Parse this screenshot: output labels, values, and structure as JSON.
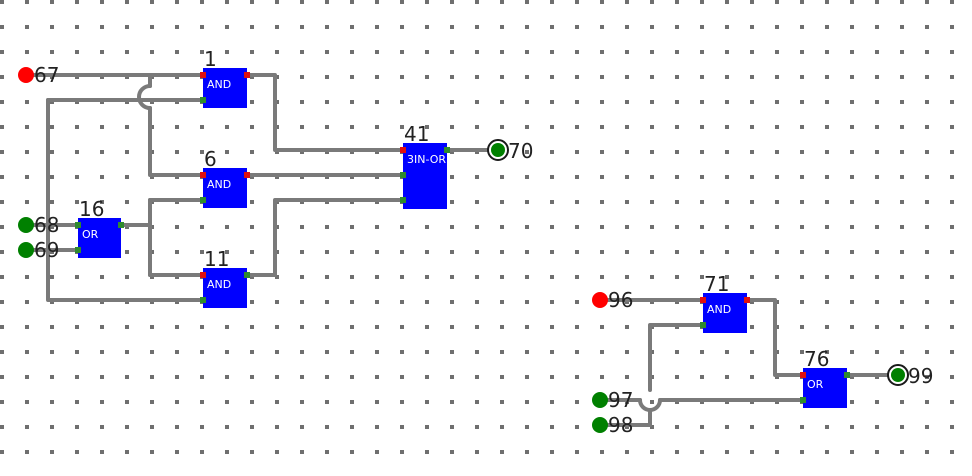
{
  "colors": {
    "background": "#ffffff",
    "grid_dot": "#6f6f6f",
    "wire": "#7a7a7a",
    "gate_fill": "#0000ff",
    "pin_green": "#2f8a2f",
    "pin_red": "#e01010",
    "input_high": "#ff0000",
    "input_low": "#008000",
    "output_ring": "#1a1a1a",
    "label_text": "#222222",
    "gate_text": "#ffffff"
  },
  "gates": [
    {
      "id": "1",
      "label": "AND"
    },
    {
      "id": "6",
      "label": "AND"
    },
    {
      "id": "11",
      "label": "AND"
    },
    {
      "id": "16",
      "label": "OR"
    },
    {
      "id": "41",
      "label": "3IN-OR"
    },
    {
      "id": "71",
      "label": "AND"
    },
    {
      "id": "76",
      "label": "OR"
    }
  ],
  "inputs": [
    {
      "id": "67",
      "state": "high"
    },
    {
      "id": "68",
      "state": "low"
    },
    {
      "id": "69",
      "state": "low"
    },
    {
      "id": "96",
      "state": "high"
    },
    {
      "id": "97",
      "state": "low"
    },
    {
      "id": "98",
      "state": "low"
    }
  ],
  "outputs": [
    {
      "id": "70"
    },
    {
      "id": "99"
    }
  ]
}
